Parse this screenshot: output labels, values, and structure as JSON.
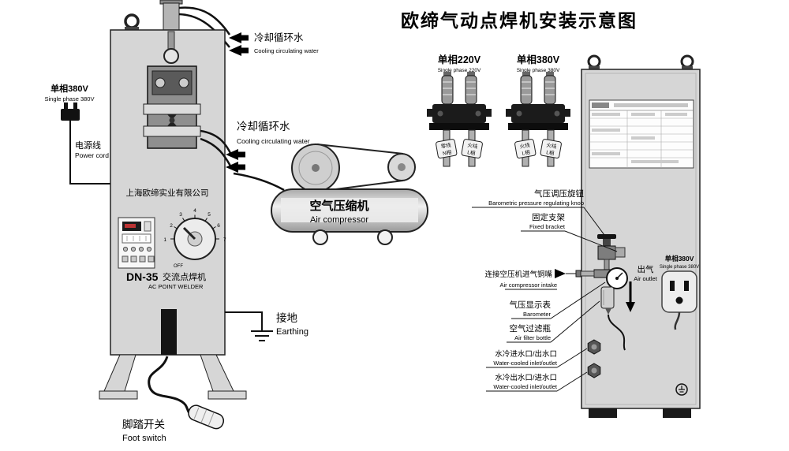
{
  "title": "欧缔气动点焊机安装示意图",
  "power_supply": {
    "cn": "单相380V",
    "en": "Single phase 380V",
    "cord_cn": "电源线",
    "cord_en": "Power cord"
  },
  "welder": {
    "company": "上海欧缔实业有限公司",
    "model": "DN-35",
    "name_cn": "交流点焊机",
    "name_en": "AC POINT WELDER",
    "knob_off": "OFF",
    "knob_numbers": [
      "1",
      "2",
      "3",
      "4",
      "5",
      "6",
      "7"
    ]
  },
  "cooling_top": {
    "cn": "冷却循环水",
    "en": "Cooling circulating water"
  },
  "cooling_mid": {
    "cn": "冷却循环水",
    "en": "Cooling circulating water"
  },
  "earthing": {
    "cn": "接地",
    "en": "Earthing"
  },
  "foot_switch": {
    "cn": "脚踏开关",
    "en": "Foot switch"
  },
  "compressor": {
    "cn": "空气压缩机",
    "en": "Air compressor"
  },
  "plug_220": {
    "cn": "单相220V",
    "en": "Single phase 220V",
    "tag1_line1": "零线",
    "tag1_line2": "N相",
    "tag2_line1": "火线",
    "tag2_line2": "L相"
  },
  "plug_380": {
    "cn": "单相380V",
    "en": "Single phase 380V",
    "tag1_line1": "火线",
    "tag1_line2": "L相",
    "tag2_line1": "火线",
    "tag2_line2": "L相"
  },
  "callouts": {
    "regulator_cn": "气压调压旋钮",
    "regulator_en": "Barometric pressure regulating knob",
    "bracket_cn": "固定支架",
    "bracket_en": "Fixed bracket",
    "intake_cn": "连接空压机进气铜嘴",
    "intake_en": "Air compressor intake",
    "barometer_cn": "气压显示表",
    "barometer_en": "Barometer",
    "filter_cn": "空气过滤瓶",
    "filter_en": "Air filter bottle",
    "water1_cn": "水冷进水口/出水口",
    "water1_en": "Water-cooled inlet/outlet",
    "water2_cn": "水冷出水口/进水口",
    "water2_en": "Water-cooled inlet/outlet",
    "air_outlet_cn": "出气",
    "air_outlet_en": "Air outlet",
    "rear_plug_cn": "单相380V",
    "rear_plug_en": "Single phase 380V"
  }
}
